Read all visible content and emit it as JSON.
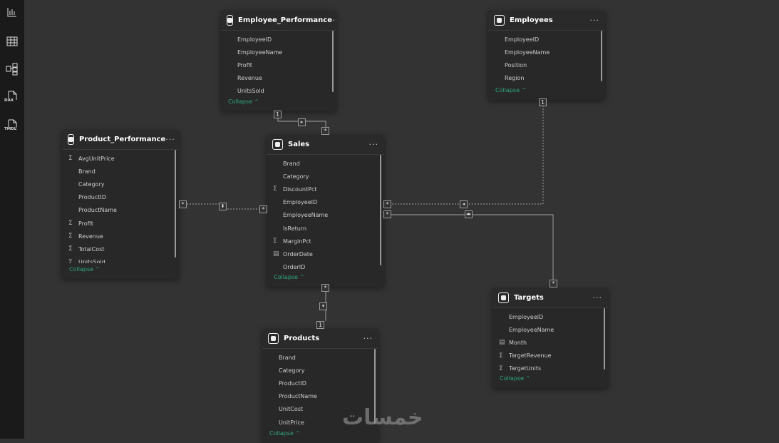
{
  "rail": [
    {
      "icon": "report-view-icon"
    },
    {
      "icon": "table-view-icon"
    },
    {
      "icon": "model-view-icon"
    },
    {
      "icon": "dax-query-icon",
      "label": "DAX"
    },
    {
      "icon": "tmdl-view-icon",
      "label": "TMDL"
    }
  ],
  "collapse_label": "Collapse",
  "tables": [
    {
      "id": "employee-performance",
      "name": "Employee_Performance",
      "fields": [
        [
          "",
          "EmployeeID"
        ],
        [
          "",
          "EmployeeName"
        ],
        [
          "",
          "Profit"
        ],
        [
          "",
          "Revenue"
        ],
        [
          "",
          "UnitsSold"
        ]
      ]
    },
    {
      "id": "employees",
      "name": "Employees",
      "fields": [
        [
          "",
          "EmployeeID"
        ],
        [
          "",
          "EmployeeName"
        ],
        [
          "",
          "Position"
        ],
        [
          "",
          "Region"
        ]
      ]
    },
    {
      "id": "product-performance",
      "name": "Product_Performance",
      "fields": [
        [
          "sum",
          "AvgUnitPrice"
        ],
        [
          "",
          "Brand"
        ],
        [
          "",
          "Category"
        ],
        [
          "",
          "ProductID"
        ],
        [
          "",
          "ProductName"
        ],
        [
          "sum",
          "Profit"
        ],
        [
          "sum",
          "Revenue"
        ],
        [
          "sum",
          "TotalCost"
        ],
        [
          "sum",
          "UnitsSold"
        ]
      ]
    },
    {
      "id": "sales",
      "name": "Sales",
      "fields": [
        [
          "",
          "Brand"
        ],
        [
          "",
          "Category"
        ],
        [
          "sum",
          "DiscountPct"
        ],
        [
          "",
          "EmployeeID"
        ],
        [
          "",
          "EmployeeName"
        ],
        [
          "",
          "IsReturn"
        ],
        [
          "sum",
          "MarginPct"
        ],
        [
          "date",
          "OrderDate"
        ],
        [
          "",
          "OrderID"
        ]
      ]
    },
    {
      "id": "products",
      "name": "Products",
      "fields": [
        [
          "",
          "Brand"
        ],
        [
          "",
          "Category"
        ],
        [
          "",
          "ProductID"
        ],
        [
          "",
          "ProductName"
        ],
        [
          "",
          "UnitCost"
        ],
        [
          "",
          "UnitPrice"
        ]
      ]
    },
    {
      "id": "targets",
      "name": "Targets",
      "fields": [
        [
          "",
          "EmployeeID"
        ],
        [
          "",
          "EmployeeName"
        ],
        [
          "date",
          "Month"
        ],
        [
          "sum",
          "TargetRevenue"
        ],
        [
          "sum",
          "TargetUnits"
        ]
      ]
    }
  ],
  "cardinality": {
    "one": "1",
    "many": "*"
  },
  "watermark": "خمسات"
}
